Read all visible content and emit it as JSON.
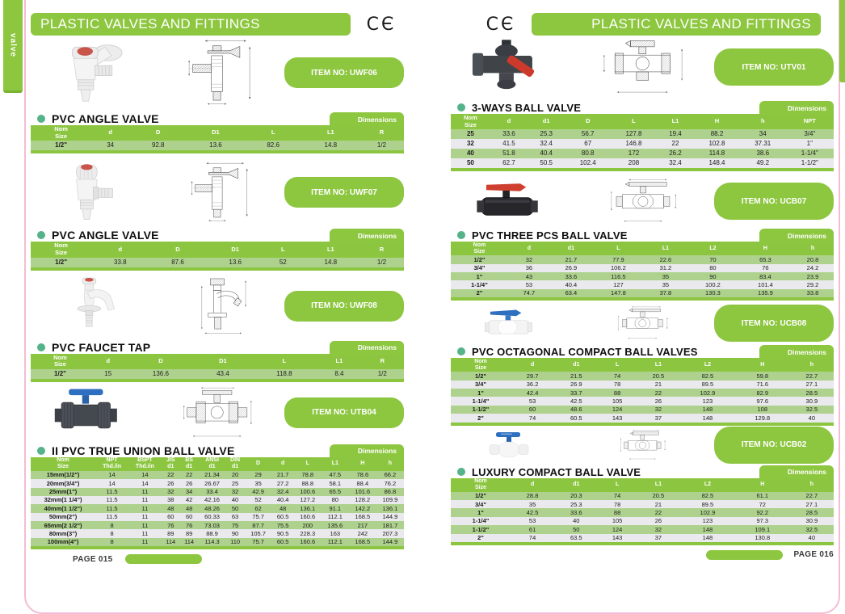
{
  "side_tab": {
    "label": "valve"
  },
  "header": {
    "title": "PLASTIC VALVES AND FITTINGS",
    "ce_mark": "CЄ"
  },
  "dimensions_label": "Dimensions",
  "colors": {
    "brand_green": "#8dc63f",
    "table_header_green": "#8cc640",
    "row_green": "#aed28d",
    "row_gray": "#e9e9ee",
    "bullet_teal": "#55b389",
    "border_pink": "#f3bcd4",
    "red_handle": "#cc3a2c",
    "blue_handle": "#2f6fc0"
  },
  "left_page": {
    "page_label": "PAGE 015",
    "sections": [
      {
        "title": "PVC ANGLE VALVE",
        "item_no": "ITEM NO:  UWF06",
        "table": {
          "headers": [
            "Nom\nSize",
            "d",
            "D",
            "D1",
            "L",
            "L1",
            "R"
          ],
          "rows": [
            [
              "1/2\"",
              "34",
              "92.8",
              "13.6",
              "82.6",
              "14.8",
              "1/2"
            ]
          ]
        }
      },
      {
        "title": "PVC ANGLE VALVE",
        "item_no": "ITEM NO:  UWF07",
        "table": {
          "headers": [
            "Nom\nSize",
            "d",
            "D",
            "D1",
            "L",
            "L1",
            "R"
          ],
          "rows": [
            [
              "1/2\"",
              "33.8",
              "87.6",
              "13.6",
              "52",
              "14.8",
              "1/2"
            ]
          ]
        }
      },
      {
        "title": "PVC FAUCET TAP",
        "item_no": "ITEM NO:  UWF08",
        "table": {
          "headers": [
            "Nom\nSize",
            "d",
            "D",
            "D1",
            "L",
            "L1",
            "R"
          ],
          "rows": [
            [
              "1/2\"",
              "15",
              "136.6",
              "43.4",
              "118.8",
              "8.4",
              "1/2"
            ]
          ]
        }
      },
      {
        "title": "II PVC TRUE UNION BALL VALVE",
        "item_no": "ITEM NO:  UTB04",
        "table": {
          "headers": [
            "Nom\nSize",
            "NPT\nThd./in",
            "BSPT\nThd./in",
            "JIS\nd1",
            "BS\nd1",
            "ANSI\nd1",
            "DIN\nd1",
            "D",
            "d",
            "L",
            "L1",
            "H",
            "h"
          ],
          "rows": [
            [
              "15mm(1/2\")",
              "14",
              "14",
              "22",
              "22",
              "21.34",
              "20",
              "29",
              "21.7",
              "78.8",
              "47.5",
              "78.6",
              "66.2"
            ],
            [
              "20mm(3/4\")",
              "14",
              "14",
              "26",
              "26",
              "26.67",
              "25",
              "35",
              "27.2",
              "88.8",
              "58.1",
              "88.4",
              "76.2"
            ],
            [
              "25mm(1\")",
              "11.5",
              "11",
              "32",
              "34",
              "33.4",
              "32",
              "42.9",
              "32.4",
              "100.6",
              "65.5",
              "101.6",
              "86.8"
            ],
            [
              "32mm(1 1/4\")",
              "11.5",
              "11",
              "38",
              "42",
              "42.16",
              "40",
              "52",
              "40.4",
              "127.2",
              "80",
              "128.2",
              "109.9"
            ],
            [
              "40mm(1 1/2\")",
              "11.5",
              "11",
              "48",
              "48",
              "48.26",
              "50",
              "62",
              "48",
              "136.1",
              "91.1",
              "142.2",
              "136.1"
            ],
            [
              "50mm(2\")",
              "11.5",
              "11",
              "60",
              "60",
              "60.33",
              "63",
              "75.7",
              "60.5",
              "160.6",
              "112.1",
              "168.5",
              "144.9"
            ],
            [
              "65mm(2 1/2\")",
              "8",
              "11",
              "76",
              "76",
              "73.03",
              "75",
              "87.7",
              "75.5",
              "200",
              "135.6",
              "217",
              "181.7"
            ],
            [
              "80mm(3\")",
              "8",
              "11",
              "89",
              "89",
              "88.9",
              "90",
              "105.7",
              "90.5",
              "228.3",
              "163",
              "242",
              "207.3"
            ],
            [
              "100mm(4\")",
              "8",
              "11",
              "114",
              "114",
              "114.3",
              "110",
              "75.7",
              "60.5",
              "160.6",
              "112.1",
              "168.5",
              "144.9"
            ]
          ]
        }
      }
    ]
  },
  "right_page": {
    "page_label": "PAGE 016",
    "sections": [
      {
        "title": "3-WAYS BALL VALVE",
        "item_no": "ITEM NO:  UTV01",
        "table": {
          "headers": [
            "Nom\nSize",
            "d",
            "d1",
            "D",
            "L",
            "L1",
            "H",
            "h",
            "NPT"
          ],
          "rows": [
            [
              "25",
              "33.6",
              "25.3",
              "56.7",
              "127.8",
              "19.4",
              "88.2",
              "34",
              "3/4\""
            ],
            [
              "32",
              "41.5",
              "32.4",
              "67",
              "146.8",
              "22",
              "102.8",
              "37.31",
              "1\""
            ],
            [
              "40",
              "51.8",
              "40.4",
              "80.8",
              "172",
              "26.2",
              "114.8",
              "38.6",
              "1-1/4\""
            ],
            [
              "50",
              "62.7",
              "50.5",
              "102.4",
              "208",
              "32.4",
              "148.4",
              "49.2",
              "1-1/2\""
            ]
          ]
        }
      },
      {
        "title": "PVC THREE PCS BALL VALVE",
        "item_no": "ITEM NO:  UCB07",
        "table": {
          "headers": [
            "Nom\nSize",
            "d",
            "d1",
            "L",
            "L1",
            "L2",
            "H",
            "h"
          ],
          "rows": [
            [
              "1/2\"",
              "32",
              "21.7",
              "77.9",
              "22.6",
              "70",
              "65.3",
              "20.8"
            ],
            [
              "3/4\"",
              "36",
              "26.9",
              "106.2",
              "31.2",
              "80",
              "76",
              "24.2"
            ],
            [
              "1\"",
              "43",
              "33.6",
              "116.5",
              "35",
              "90",
              "83.4",
              "23.9"
            ],
            [
              "1-1/4\"",
              "53",
              "40.4",
              "127",
              "35",
              "100.2",
              "101.4",
              "29.2"
            ],
            [
              "2\"",
              "74.7",
              "63.4",
              "147.8",
              "37.8",
              "130.3",
              "135.9",
              "33.8"
            ]
          ]
        }
      },
      {
        "title": "PVC OCTAGONAL COMPACT BALL VALVES",
        "item_no": "ITEM NO:  UCB08",
        "table": {
          "headers": [
            "Nom\nSize",
            "d",
            "d1",
            "L",
            "L1",
            "L2",
            "H",
            "h"
          ],
          "rows": [
            [
              "1/2\"",
              "29.7",
              "21.5",
              "74",
              "20.5",
              "82.5",
              "59.8",
              "22.7"
            ],
            [
              "3/4\"",
              "36.2",
              "26.9",
              "78",
              "21",
              "89.5",
              "71.6",
              "27.1"
            ],
            [
              "1\"",
              "42.4",
              "33.7",
              "88",
              "22",
              "102.9",
              "82.9",
              "28.5"
            ],
            [
              "1-1/4\"",
              "53",
              "42.5",
              "105",
              "26",
              "123",
              "97.6",
              "30.9"
            ],
            [
              "1-1/2\"",
              "60",
              "48.6",
              "124",
              "32",
              "148",
              "108",
              "32.5"
            ],
            [
              "2\"",
              "74",
              "60.5",
              "143",
              "37",
              "148",
              "129.8",
              "40"
            ]
          ]
        }
      },
      {
        "title": "LUXURY COMPACT BALL VALVE",
        "item_no": "ITEM NO:  UCB02",
        "table": {
          "headers": [
            "Nom\nSize",
            "d",
            "d1",
            "L",
            "L1",
            "L2",
            "H",
            "h"
          ],
          "rows": [
            [
              "1/2\"",
              "28.8",
              "20.3",
              "74",
              "20.5",
              "82.5",
              "61.1",
              "22.7"
            ],
            [
              "3/4\"",
              "35",
              "25.3",
              "78",
              "21",
              "89.5",
              "72",
              "27.1"
            ],
            [
              "1\"",
              "42.5",
              "33.6",
              "88",
              "22",
              "102.9",
              "92.2",
              "28.5"
            ],
            [
              "1-1/4\"",
              "53",
              "40",
              "105",
              "26",
              "123",
              "97.3",
              "30.9"
            ],
            [
              "1-1/2\"",
              "61",
              "50",
              "124",
              "32",
              "148",
              "109.1",
              "32.5"
            ],
            [
              "2\"",
              "74",
              "63.5",
              "143",
              "37",
              "148",
              "130.8",
              "40"
            ]
          ]
        }
      }
    ]
  }
}
